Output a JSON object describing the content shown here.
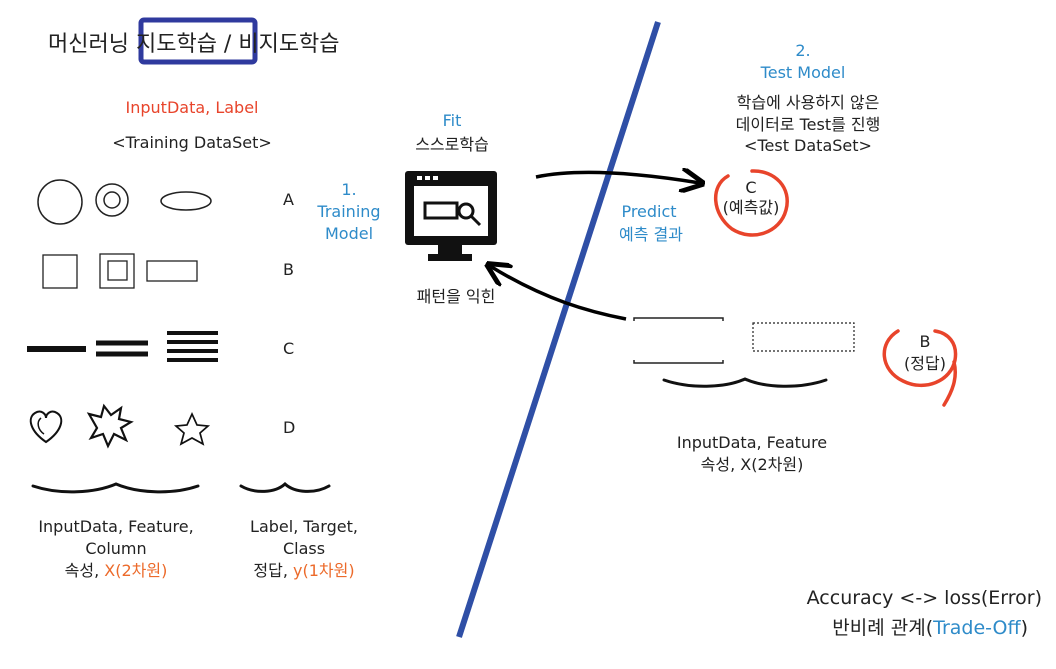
{
  "title": {
    "prefix": "머신러닝 ",
    "highlighted": "지도학습",
    "suffix": " / 비지도학습"
  },
  "training": {
    "input_label": "InputData, Label",
    "dataset": "<Training DataSet>",
    "step": "1.",
    "step_label_1": "Training",
    "step_label_2": "Model",
    "row_labels": [
      "A",
      "B",
      "C",
      "D"
    ],
    "feature_caption_1": "InputData, Feature,",
    "feature_caption_2": "Column",
    "feature_caption_3_a": "속성, ",
    "feature_caption_3_b": "X(2차원)",
    "label_caption_1": "Label, Target,",
    "label_caption_2": "Class",
    "label_caption_3_a": "정답, ",
    "label_caption_3_b": "y(1차원)"
  },
  "model": {
    "fit": "Fit",
    "fit_ko": "스스로학습",
    "pattern": "패턴을 익힌"
  },
  "test": {
    "step": "2.",
    "title": "Test Model",
    "desc_1": "학습에 사용하지 않은",
    "desc_2": "데이터로 Test를 진행",
    "dataset": "<Test DataSet>",
    "predict": "Predict",
    "predict_ko": "예측 결과",
    "pred_letter": "C",
    "pred_label": "(예측값)",
    "truth_letter": "B",
    "truth_label": "(정답)",
    "input_caption_1": "InputData, Feature",
    "input_caption_2": "속성, X(2차원)"
  },
  "summary": {
    "line_1": "Accuracy <-> loss(Error)",
    "line_2_a": "반비례 관계(",
    "line_2_b": "Trade-Off",
    "line_2_c": ")"
  },
  "colors": {
    "blue_text": "#2e8bc9",
    "orange_text": "#ec6a2a",
    "divider": "#2f4fa6",
    "circle_red": "#e8442b"
  }
}
